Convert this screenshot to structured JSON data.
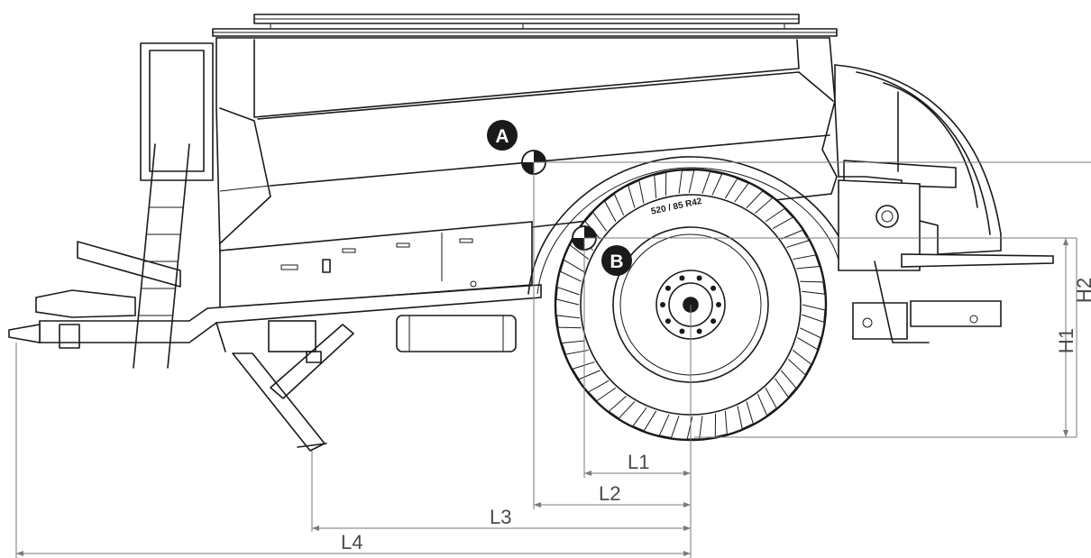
{
  "diagram": {
    "markers": [
      {
        "id": "A",
        "label": "A"
      },
      {
        "id": "B",
        "label": "B"
      }
    ],
    "tire_label": "520 / 85 R42",
    "dimensions": {
      "horizontal": [
        {
          "id": "L1",
          "label": "L1"
        },
        {
          "id": "L2",
          "label": "L2"
        },
        {
          "id": "L3",
          "label": "L3"
        },
        {
          "id": "L4",
          "label": "L4"
        }
      ],
      "vertical": [
        {
          "id": "H1",
          "label": "H1"
        },
        {
          "id": "H2",
          "label": "H2"
        }
      ]
    },
    "colors": {
      "ink": "#1a1a1a",
      "dimension_line": "#7a7a7a",
      "dimension_text": "#4a4a4a",
      "background": "#ffffff"
    }
  }
}
